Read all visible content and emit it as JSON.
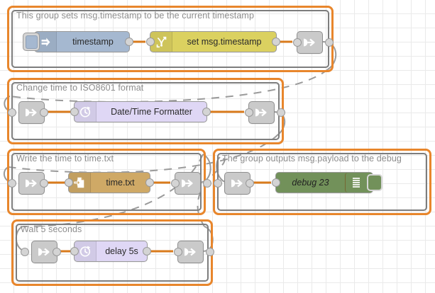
{
  "app": {
    "name": "Node-RED flow editor canvas",
    "accent_color": "#e8862c"
  },
  "groups": [
    {
      "id": "g1",
      "label": "This group sets msg.timestamp to be the current timestamp"
    },
    {
      "id": "g2",
      "label": "Change time to ISO8601 format"
    },
    {
      "id": "g3",
      "label": "Write the time to time.txt"
    },
    {
      "id": "g4",
      "label": "The group outputs msg.payload to the debug"
    },
    {
      "id": "g5",
      "label": "Wait 5 seconds"
    }
  ],
  "nodes": {
    "inject": {
      "label": "timestamp",
      "icon": "inject-arrow-icon",
      "color": "#a5b8d0"
    },
    "change": {
      "label": "set msg.timestamp",
      "icon": "change-swap-icon",
      "color": "#dbd160"
    },
    "linkout1": {
      "label": "",
      "icon": "link-out-icon",
      "color": "#cacaca"
    },
    "linkin2": {
      "label": "",
      "icon": "link-in-icon",
      "color": "#cacaca"
    },
    "datetime": {
      "label": "Date/Time Formatter",
      "icon": "clock-icon",
      "color": "#dfd7f5"
    },
    "linkout2": {
      "label": "",
      "icon": "link-out-icon",
      "color": "#cacaca"
    },
    "linkin3": {
      "label": "",
      "icon": "link-in-icon",
      "color": "#cacaca"
    },
    "file": {
      "label": "time.txt",
      "icon": "file-write-icon",
      "color": "#cfa966"
    },
    "linkout3": {
      "label": "",
      "icon": "link-out-icon",
      "color": "#cacaca"
    },
    "linkin4": {
      "label": "",
      "icon": "link-in-icon",
      "color": "#cacaca"
    },
    "debug": {
      "label": "debug 23",
      "icon": "debug-lines-icon",
      "color": "#72915a"
    },
    "linkin5": {
      "label": "",
      "icon": "link-in-icon",
      "color": "#cacaca"
    },
    "delay": {
      "label": "delay 5s",
      "icon": "clock-icon",
      "color": "#dfd7f5"
    },
    "linkout5": {
      "label": "",
      "icon": "link-out-icon",
      "color": "#cacaca"
    }
  }
}
